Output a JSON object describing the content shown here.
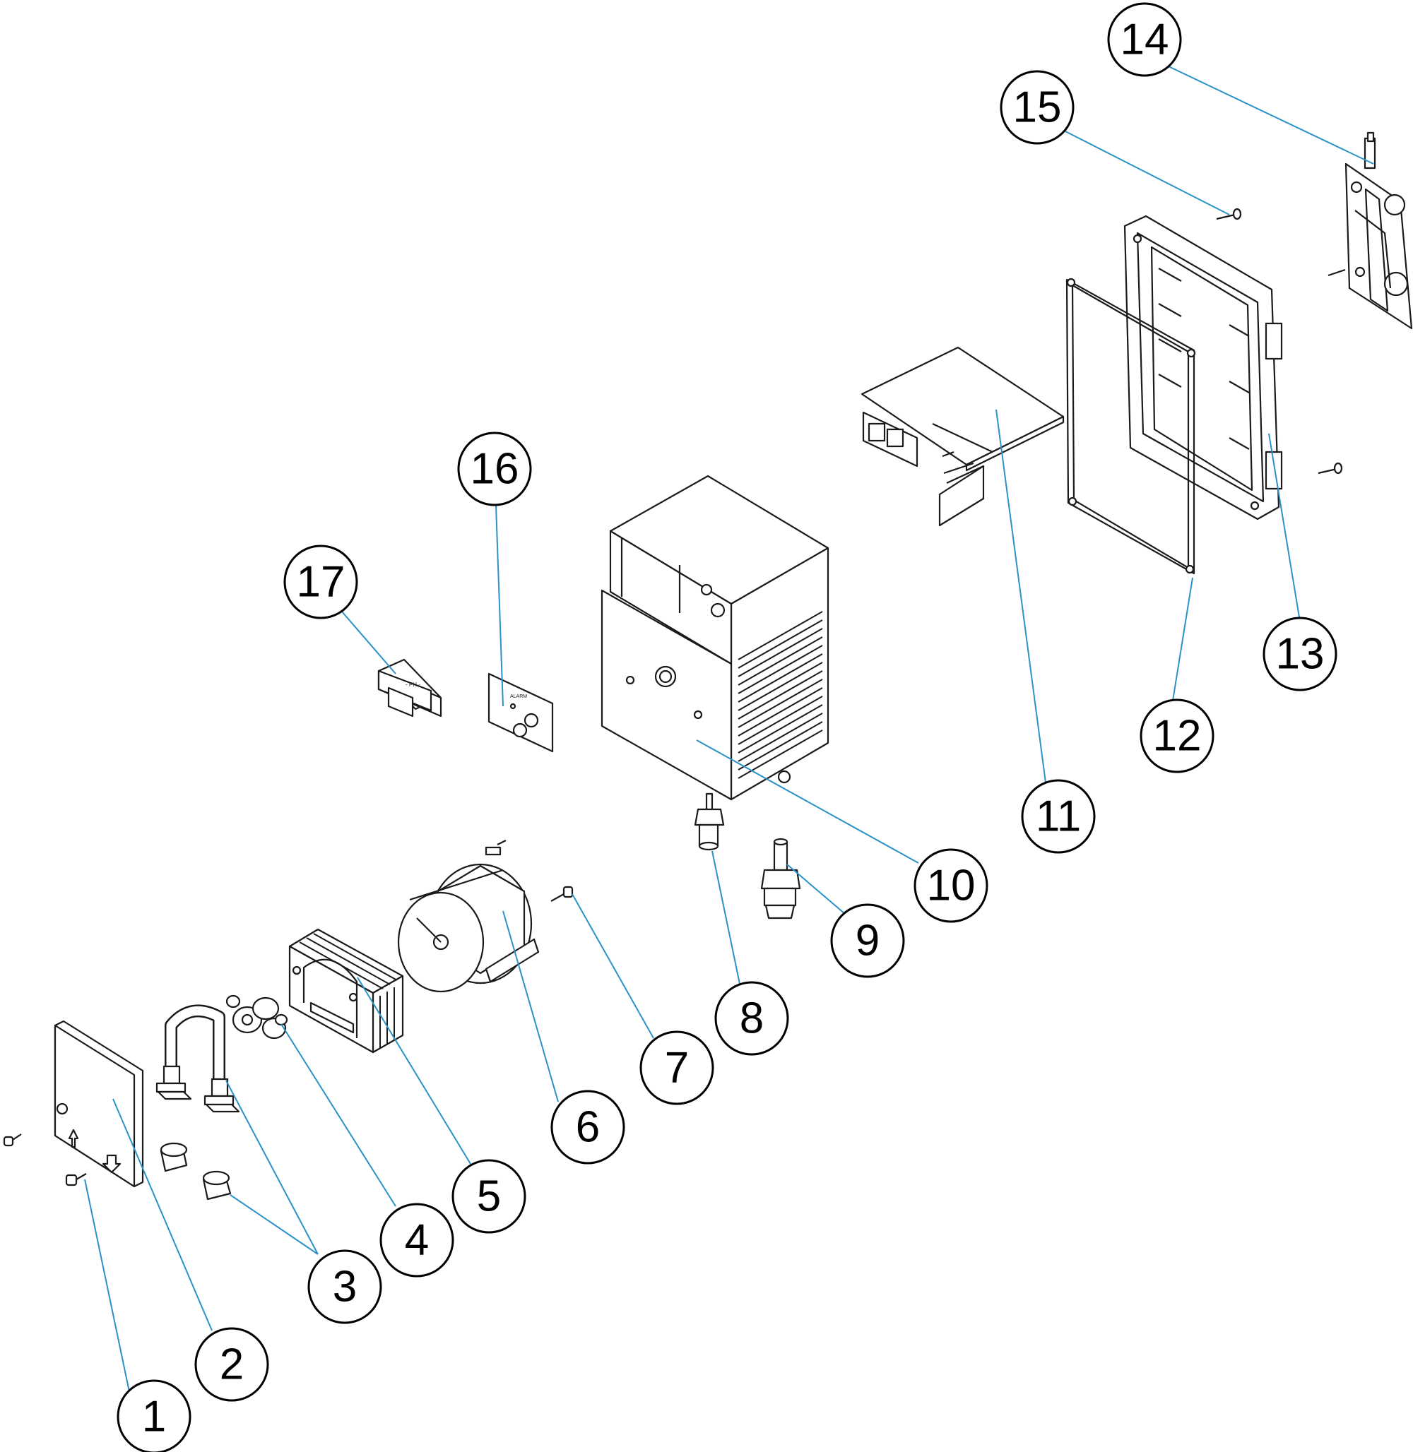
{
  "callouts": [
    {
      "number": "1"
    },
    {
      "number": "2"
    },
    {
      "number": "3"
    },
    {
      "number": "4"
    },
    {
      "number": "5"
    },
    {
      "number": "6"
    },
    {
      "number": "7"
    },
    {
      "number": "8"
    },
    {
      "number": "9"
    },
    {
      "number": "10"
    },
    {
      "number": "11"
    },
    {
      "number": "12"
    },
    {
      "number": "13"
    },
    {
      "number": "14"
    },
    {
      "number": "15"
    },
    {
      "number": "16"
    },
    {
      "number": "17"
    }
  ],
  "panel_texts": {
    "ph_label": "- PH -",
    "alarm_label": "ALARM"
  },
  "colors": {
    "leader": "#2a92c8",
    "outline": "#1a1a1a",
    "callout_border": "#000000"
  }
}
